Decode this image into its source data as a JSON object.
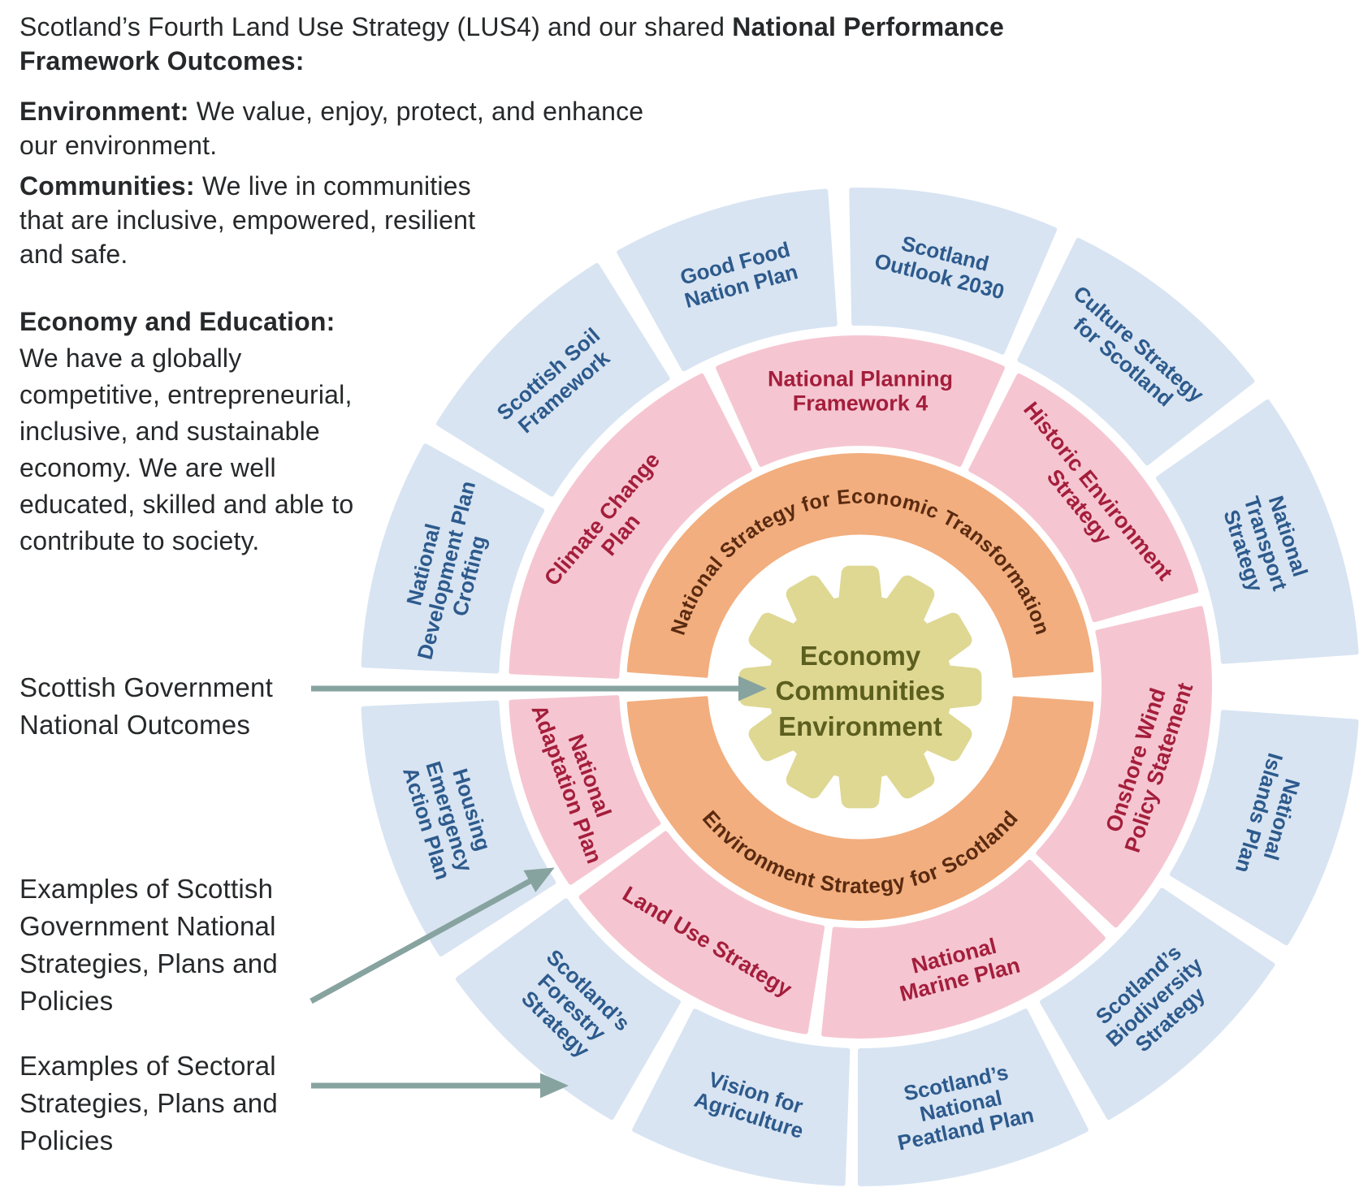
{
  "colors": {
    "background": "#ffffff",
    "body_text": "#26282a",
    "outer_ring_fill": "#d8e4f2",
    "outer_ring_text": "#2d5a8c",
    "middle_ring_fill": "#f5c6d1",
    "middle_ring_text": "#a41e3c",
    "inner_ring_fill": "#f2ae7e",
    "inner_ring_text": "#5a2a10",
    "hub_fill": "#ded893",
    "hub_text": "#5c5f1e",
    "arrow": "#87a3a0"
  },
  "intro": {
    "pre": "Scotland’s Fourth Land Use Strategy (LUS4) and our shared ",
    "bold": "National Performance Framework Outcomes:"
  },
  "outcomes": [
    {
      "bold": "Environment:",
      "text": " We value, enjoy, protect, and enhance our environment."
    },
    {
      "bold": "Communities:",
      "text": " We live in communities that are inclusive, empowered, resilient and safe."
    },
    {
      "bold": "Economy and Education:",
      "text": "We have a globally competitive, entrepreneurial, inclusive, and sustainable economy. We are well educated, skilled and able to contribute to society."
    }
  ],
  "annotations": [
    {
      "text": "Scottish Government National Outcomes"
    },
    {
      "text": "Examples of Scottish Government National Strategies, Plans and Policies"
    },
    {
      "text": "Examples of Sectoral Strategies, Plans and Policies"
    }
  ],
  "wheel": {
    "hub": {
      "lines": [
        "Economy",
        "Communities",
        "Environment"
      ]
    },
    "inner_ring": [
      {
        "label": "National Strategy for Economic Transformation",
        "position": "top"
      },
      {
        "label": "Environment Strategy for Scotland",
        "position": "bottom"
      }
    ],
    "middle_ring": [
      {
        "label": "National Planning Framework 4",
        "lines": [
          "National Planning",
          "Framework 4"
        ],
        "start": 246,
        "end": 294,
        "rot": 0
      },
      {
        "label": "Historic Environment Strategy",
        "lines": [
          "Historic Environment",
          "Strategy"
        ],
        "start": 297,
        "end": 344,
        "rot": 51
      },
      {
        "label": "Onshore Wind Policy Statement",
        "lines": [
          "Onshore Wind",
          "Policy Statement"
        ],
        "start": 347,
        "end": 43,
        "rot": -72
      },
      {
        "label": "National Marine Plan",
        "lines": [
          "National",
          "Marine Plan"
        ],
        "start": 46,
        "end": 96,
        "rot": -14
      },
      {
        "label": "Land Use Strategy",
        "lines": [
          "Land Use Strategy"
        ],
        "start": 99,
        "end": 143,
        "rot": 31
      },
      {
        "label": "National Adaptation Plan",
        "lines": [
          "National",
          "Adaptation Plan"
        ],
        "start": 146,
        "end": 177.5,
        "rot": 70
      },
      {
        "label": "Climate Change Plan",
        "lines": [
          "Climate Change",
          "Plan"
        ],
        "start": 182.5,
        "end": 243,
        "rot": -50
      }
    ],
    "outer_ring": [
      {
        "label": "National Islands Plan",
        "lines": [
          "National",
          "Islands Plan"
        ],
        "start": 4,
        "end": 31,
        "rot": 106
      },
      {
        "label": "Scotland’s Biodiversity Strategy",
        "lines": [
          "Scotland’s",
          "Biodiversity",
          "Strategy"
        ],
        "start": 34,
        "end": 60,
        "rot": -42
      },
      {
        "label": "Scotland’s National Peatland Plan",
        "lines": [
          "Scotland’s",
          "National",
          "Peatland Plan"
        ],
        "start": 63,
        "end": 90,
        "rot": -12
      },
      {
        "label": "Vision for Agriculture",
        "lines": [
          "Vision for",
          "Agriculture"
        ],
        "start": 92,
        "end": 117,
        "rot": 17
      },
      {
        "label": "Scotland’s Forestry Strategy",
        "lines": [
          "Scotland’s",
          "Forestry",
          "Strategy"
        ],
        "start": 120,
        "end": 144,
        "rot": 44
      },
      {
        "label": "Housing Emergency Action Plan",
        "lines": [
          "Housing",
          "Emergency",
          "Action Plan"
        ],
        "start": 147.5,
        "end": 177.5,
        "rot": 73
      },
      {
        "label": "National Development Plan Crofting",
        "lines": [
          "National",
          "Development Plan",
          "Crofting"
        ],
        "start": 182.5,
        "end": 209,
        "rot": -76
      },
      {
        "label": "Scottish Soil Framework",
        "lines": [
          "Scottish Soil",
          "Framework"
        ],
        "start": 212,
        "end": 238,
        "rot": -41
      },
      {
        "label": "Good Food Nation Plan",
        "lines": [
          "Good Food",
          "Nation Plan"
        ],
        "start": 241,
        "end": 266,
        "rot": -15
      },
      {
        "label": "Scotland Outlook 2030",
        "lines": [
          "Scotland",
          "Outlook 2030"
        ],
        "start": 269,
        "end": 293,
        "rot": 14
      },
      {
        "label": "Culture Strategy for Scotland",
        "lines": [
          "Culture Strategy",
          "for Scotland"
        ],
        "start": 296,
        "end": 322,
        "rot": 41
      },
      {
        "label": "National Transport Strategy",
        "lines": [
          "National",
          "Transport",
          "Strategy"
        ],
        "start": 325,
        "end": 356,
        "rot": 72
      }
    ]
  }
}
